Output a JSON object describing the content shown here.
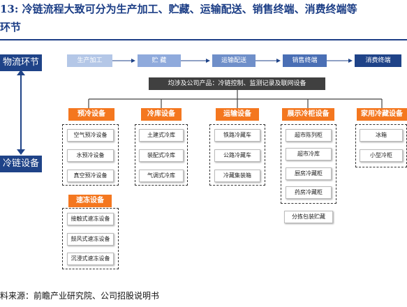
{
  "title": {
    "line1": "13: 冷链流程大致可分为生产加工、贮藏、运输配送、销售终端、消费终端等",
    "line2": "环节"
  },
  "side_labels": {
    "process": "物流环节",
    "equipment": "冷链设备"
  },
  "stages": [
    "生产加工",
    "贮 藏",
    "运输配送",
    "销售终端",
    "消费终端"
  ],
  "top_bar": "均涉及公司产品：冷链控制、监测记录及联网设备",
  "categories": {
    "precool": {
      "label": "预冷设备",
      "items": [
        "空气预冷设备",
        "水预冷设备",
        "真空预冷设备"
      ]
    },
    "coldroom": {
      "label": "冷库设备",
      "items": [
        "土建式冷库",
        "装配式冷库",
        "气调式冷库"
      ]
    },
    "transport": {
      "label": "运输设备",
      "items": [
        "铁路冷藏车",
        "公路冷藏车",
        "冷藏集装箱"
      ]
    },
    "display": {
      "label": "展示冷柜设备",
      "items": [
        "超市陈列柜",
        "超市冷库",
        "厨房冷藏柜",
        "药房冷藏柜"
      ],
      "extra": "分拣包装贮藏"
    },
    "home": {
      "label": "家用冷藏设备",
      "items": [
        "冰箱",
        "小型冷柜"
      ]
    },
    "freeze": {
      "label": "速冻设备",
      "items": [
        "接触式速冻设备",
        "鼓风式速冻设备",
        "沉浸式速冻设备"
      ]
    }
  },
  "source": "料来源：前瞻产业研究院、公司招股说明书",
  "colors": {
    "navy": "#1f4388",
    "orange": "#f4771f",
    "dark_bar": "#404040"
  }
}
